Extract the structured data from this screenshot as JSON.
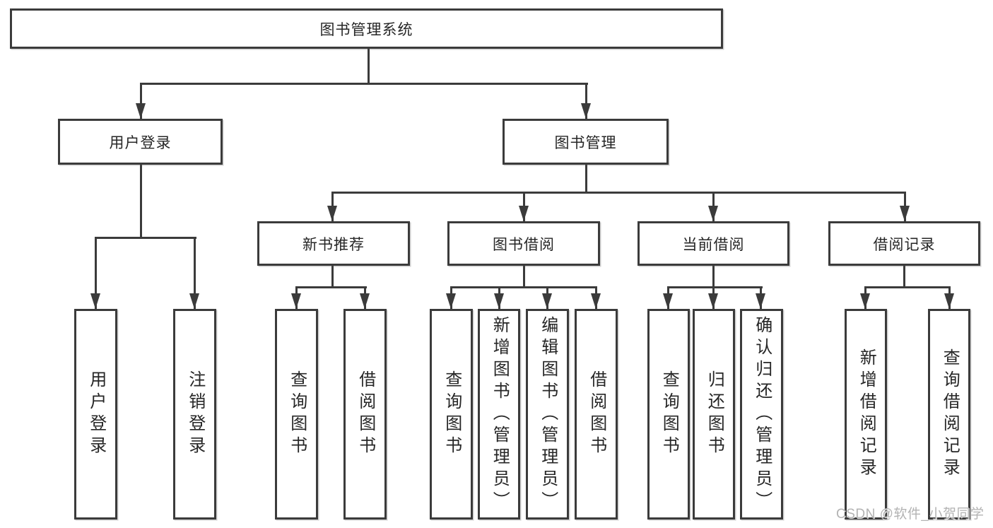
{
  "diagram": {
    "watermark": "CSDN @软件_小贺同学",
    "colors": {
      "line": "#3b3b3b",
      "text": "#262626",
      "watermark": "#b3b3b3",
      "background": "#ffffff"
    },
    "tree": {
      "label": "图书管理系统",
      "children": [
        {
          "label": "用户登录",
          "children": [
            {
              "label": "用户登录"
            },
            {
              "label": "注销登录"
            }
          ]
        },
        {
          "label": "图书管理",
          "children": [
            {
              "label": "新书推荐",
              "children": [
                {
                  "label": "查询图书"
                },
                {
                  "label": "借阅图书"
                }
              ]
            },
            {
              "label": "图书借阅",
              "children": [
                {
                  "label": "查询图书"
                },
                {
                  "label": "新增图书（管理员）"
                },
                {
                  "label": "编辑图书（管理员）"
                },
                {
                  "label": "借阅图书"
                }
              ]
            },
            {
              "label": "当前借阅",
              "children": [
                {
                  "label": "查询图书"
                },
                {
                  "label": "归还图书"
                },
                {
                  "label": "确认归还（管理员）"
                }
              ]
            },
            {
              "label": "借阅记录",
              "children": [
                {
                  "label": "新增借阅记录"
                },
                {
                  "label": "查询借阅记录"
                }
              ]
            }
          ]
        }
      ]
    }
  }
}
